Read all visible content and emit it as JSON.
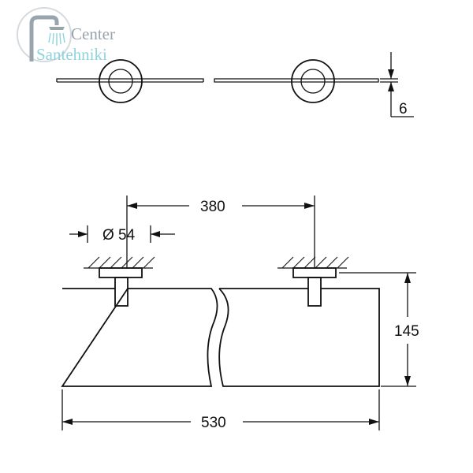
{
  "logo": {
    "line1": "Center",
    "line2": "Santehniki",
    "primary_color": "#9aa4ad",
    "accent_color": "#8fd3dc"
  },
  "dimensions": {
    "thickness": "6",
    "mount_spacing": "380",
    "diameter": "Ø 54",
    "depth": "145",
    "total_width": "530"
  }
}
